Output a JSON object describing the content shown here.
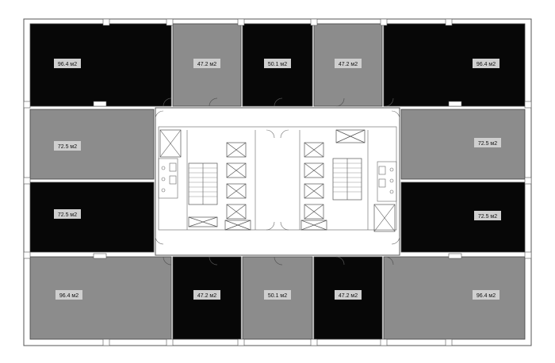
{
  "plan": {
    "colors": {
      "dark_unit": "#070707",
      "light_unit": "#8c8c8c",
      "wall": "#ffffff",
      "line": "#444444",
      "label_bg": "#cfcfcf"
    },
    "units": [
      {
        "id": "u-top-1",
        "area_label": "96.4 м2",
        "shade": "dark"
      },
      {
        "id": "u-top-2",
        "area_label": "47.2 м2",
        "shade": "light"
      },
      {
        "id": "u-top-3",
        "area_label": "50.1 м2",
        "shade": "dark"
      },
      {
        "id": "u-top-4",
        "area_label": "47.2 м2",
        "shade": "light"
      },
      {
        "id": "u-top-5",
        "area_label": "96.4 м2",
        "shade": "dark"
      },
      {
        "id": "u-left-1",
        "area_label": "72.5 м2",
        "shade": "light"
      },
      {
        "id": "u-right-1",
        "area_label": "72.5 м2",
        "shade": "light"
      },
      {
        "id": "u-left-2",
        "area_label": "72.5 м2",
        "shade": "dark"
      },
      {
        "id": "u-right-2",
        "area_label": "72.5 м2",
        "shade": "dark"
      },
      {
        "id": "u-bot-1",
        "area_label": "96.4 м2",
        "shade": "light"
      },
      {
        "id": "u-bot-2",
        "area_label": "47.2 м2",
        "shade": "dark"
      },
      {
        "id": "u-bot-3",
        "area_label": "50.1 м2",
        "shade": "light"
      },
      {
        "id": "u-bot-4",
        "area_label": "47.2 м2",
        "shade": "dark"
      },
      {
        "id": "u-bot-5",
        "area_label": "96.4 м2",
        "shade": "light"
      }
    ]
  }
}
